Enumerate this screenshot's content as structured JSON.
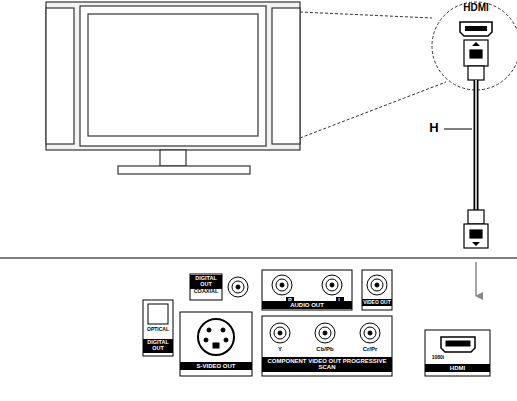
{
  "diagram": {
    "labels": [
      "HDMI",
      "H",
      "DIGITAL OUT",
      "COAXIAL",
      "R",
      "L",
      "AUDIO OUT",
      "VIDEO OUT",
      "OPTICAL",
      "DIGITAL OUT",
      "S-VIDEO OUT",
      "Y",
      "Cb/Pb",
      "Cr/Pr",
      "COMPONENT VIDEO OUT PROGRESSIVE SCAN",
      "1080i",
      "HDMI"
    ]
  }
}
